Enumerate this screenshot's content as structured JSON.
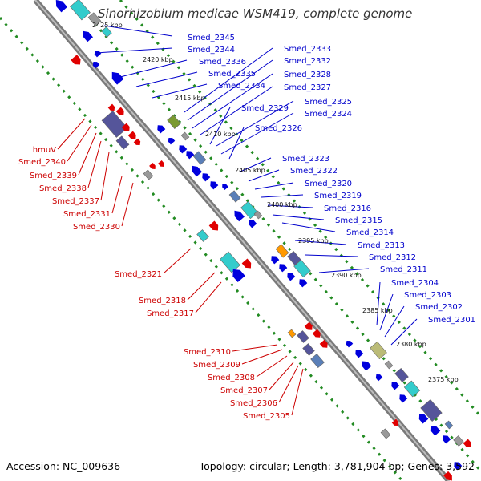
{
  "title": "Sinorhizobium medicae WSM419, complete genome",
  "footer": {
    "accession": "Accession: NC_009636",
    "stats": "Topology: circular; Length: 3,781,904 bp; Genes: 3,592"
  },
  "colors": {
    "forward_gene": "#e00000",
    "reverse_gene": "#0000dd",
    "forward_label": "#cc0000",
    "reverse_label": "#0000cc",
    "backbone": "#777777",
    "tick_dots": "#228b22",
    "feature_cyan": "#33cccc",
    "feature_dark": "#55559a",
    "feature_steel": "#5a7fb8",
    "feature_olive": "#7a9a30",
    "feature_khaki": "#bbbb77",
    "feature_orange": "#ff9900",
    "feature_gray": "#999999"
  },
  "scale_labels": [
    "2425 kbp",
    "2420 kbp",
    "2415 kbp",
    "2410 kbp",
    "2405 kbp",
    "2400 kbp",
    "2395 kbp",
    "2390 kbp",
    "2385 kbp",
    "2380 kbp",
    "2375 kbp"
  ],
  "reverse_genes": [
    "Smed_2345",
    "Smed_2344",
    "Smed_2336",
    "Smed_2335",
    "Smed_2334",
    "Smed_2333",
    "Smed_2332",
    "Smed_2328",
    "Smed_2327",
    "Smed_2329",
    "Smed_2325",
    "Smed_2324",
    "Smed_2326",
    "Smed_2323",
    "Smed_2322",
    "Smed_2320",
    "Smed_2319",
    "Smed_2316",
    "Smed_2315",
    "Smed_2314",
    "Smed_2313",
    "Smed_2312",
    "Smed_2311",
    "Smed_2304",
    "Smed_2303",
    "Smed_2302",
    "Smed_2301"
  ],
  "forward_genes": [
    "hmuV",
    "Smed_2340",
    "Smed_2339",
    "Smed_2338",
    "Smed_2337",
    "Smed_2331",
    "Smed_2330",
    "Smed_2321",
    "Smed_2318",
    "Smed_2317",
    "Smed_2310",
    "Smed_2309",
    "Smed_2308",
    "Smed_2307",
    "Smed_2306",
    "Smed_2305"
  ]
}
